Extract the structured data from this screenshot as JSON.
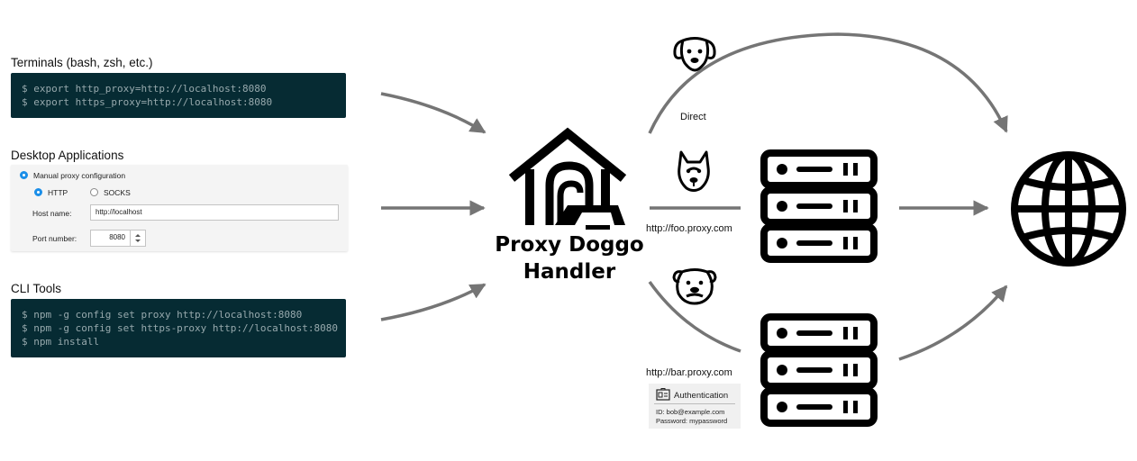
{
  "sources": {
    "terminals": {
      "title": "Terminals (bash, zsh, etc.)",
      "lines": [
        "$ export http_proxy=http://localhost:8080",
        "$ export https_proxy=http://localhost:8080"
      ]
    },
    "desktop": {
      "title": "Desktop Applications",
      "manual_label": "Manual proxy configuration",
      "http_label": "HTTP",
      "socks_label": "SOCKS",
      "host_label": "Host name:",
      "host_value": "http://localhost",
      "port_label": "Port number:",
      "port_value": "8080"
    },
    "cli": {
      "title": "CLI Tools",
      "lines": [
        "$ npm -g config set proxy http://localhost:8080",
        "$ npm -g config set https-proxy http://localhost:8080",
        "$ npm install"
      ]
    }
  },
  "handler": {
    "line1": "Proxy Doggo",
    "line2": "Handler"
  },
  "routes": {
    "direct_label": "Direct",
    "foo_label": "http://foo.proxy.com",
    "bar_label": "http://bar.proxy.com"
  },
  "auth": {
    "title": "Authentication",
    "id_line": "ID: bob@example.com",
    "password_line": "Password: mypassword"
  },
  "icons": {
    "handler": "doghouse-icon",
    "direct_dog": "dog-icon",
    "foo_dog": "husky-icon",
    "bar_dog": "bulldog-icon",
    "server": "server-icon",
    "internet": "globe-icon",
    "auth": "id-card-icon"
  },
  "colors": {
    "arrow": "#757575",
    "terminal_bg": "#062b33",
    "terminal_text": "#97a9ad",
    "radio_accent": "#1a8ee8"
  }
}
